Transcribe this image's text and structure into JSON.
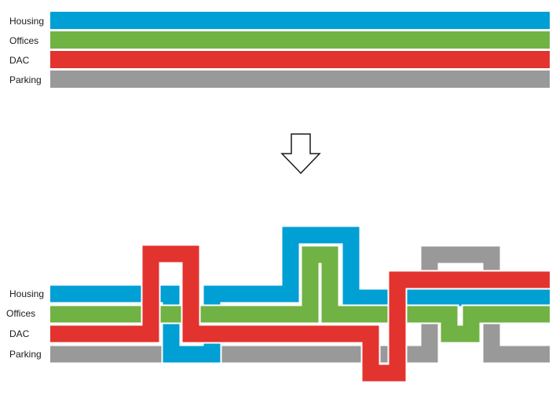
{
  "colors": {
    "housing": "#009fd4",
    "offices": "#71b244",
    "dac": "#e3332f",
    "parking": "#999999",
    "arrow_stroke": "#1a1a1a",
    "background": "#ffffff"
  },
  "top": {
    "labels": {
      "housing": "Housing",
      "offices": "Offices",
      "dac": "DAC",
      "parking": "Parking"
    }
  },
  "arrow": {
    "icon": "down-arrow-icon"
  },
  "bottom": {
    "labels": {
      "housing": "Housing",
      "offices": "Offices",
      "dac": "DAC",
      "parking": "Parking"
    }
  }
}
